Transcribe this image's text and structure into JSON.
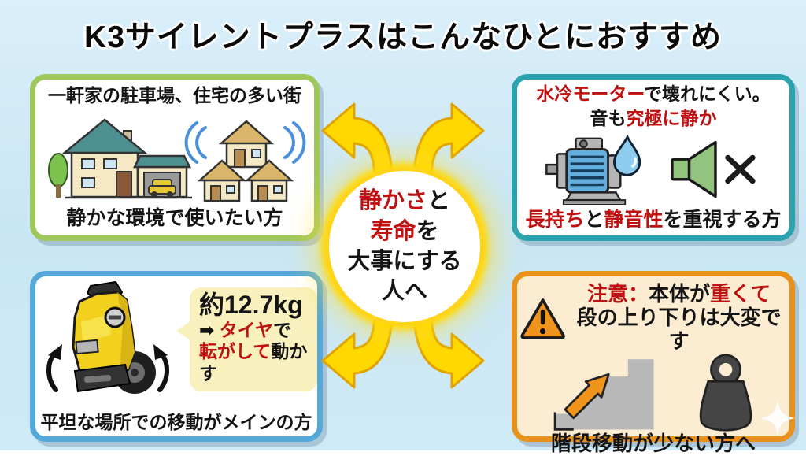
{
  "title": "K3サイレントプラスはこんなひとにおすすめ",
  "center": {
    "l1_red": "静かさ",
    "l1_black": "と",
    "l2_red": "寿命",
    "l2_black": "を",
    "l3": "大事にする",
    "l4": "人へ"
  },
  "cards": {
    "quiet": {
      "header": "一軒家の駐車場、住宅の多い街",
      "footer": "静かな環境で使いたい方"
    },
    "motor": {
      "line1_red": "水冷モーター",
      "line1_black": "で壊れにくい。",
      "line2_black": "音も",
      "line2_red": "究極に静か",
      "footer_red1": "長持ち",
      "footer_black1": "と",
      "footer_red2": "静音性",
      "footer_black2": "を重視する方"
    },
    "weight": {
      "bubble_weight": "約12.7kg",
      "bubble_arrow": "➡",
      "bubble_red1": "タイヤ",
      "bubble_black1": "で",
      "bubble_red2": "転がして",
      "bubble_black2": "動かす",
      "footer": "平坦な場所での移動がメインの方"
    },
    "stairs": {
      "line1_red1": "注意：",
      "line1_black": "本体が",
      "line1_red2": "重くて",
      "line2": "段の上り下りは大変です",
      "footer": "階段移動が少ない方へ"
    }
  },
  "colors": {
    "background": "#cde8f5",
    "accent_red": "#c01111",
    "quiet_border": "#9fc75c",
    "motor_border": "#2aa3ae",
    "weight_border": "#55a8d8",
    "stairs_border": "#e8921c",
    "stairs_card_bg": "#fcecd2",
    "arrow_fill": "#ffd800",
    "arrow_stroke": "#e0a400",
    "bubble_bg": "#f9f1bd",
    "circle_ring": "#ffd41a",
    "washer_yellow": "#f2d11e",
    "motor_blue": "#64aede",
    "speaker_green": "#93c47d",
    "warning_orange": "#f0941c"
  },
  "icons": {
    "house-with-garage-icon": "detached house with garage, car and tree",
    "neighborhood-sound-icon": "three small houses with sound waves",
    "water-cooled-motor-icon": "electric motor with water drop",
    "muted-speaker-icon": "speaker with X mark",
    "pressure-washer-icon": "yellow pressure washer with tilt arrows",
    "warning-icon": "orange triangle with exclamation mark",
    "stairs-up-icon": "gray stairs with orange up arrow",
    "heavy-weight-icon": "dark kettlebell weight",
    "sparkle-icon": "white four-point sparkle",
    "curved-arrow-icon": "yellow curved arrow radiating from center"
  }
}
